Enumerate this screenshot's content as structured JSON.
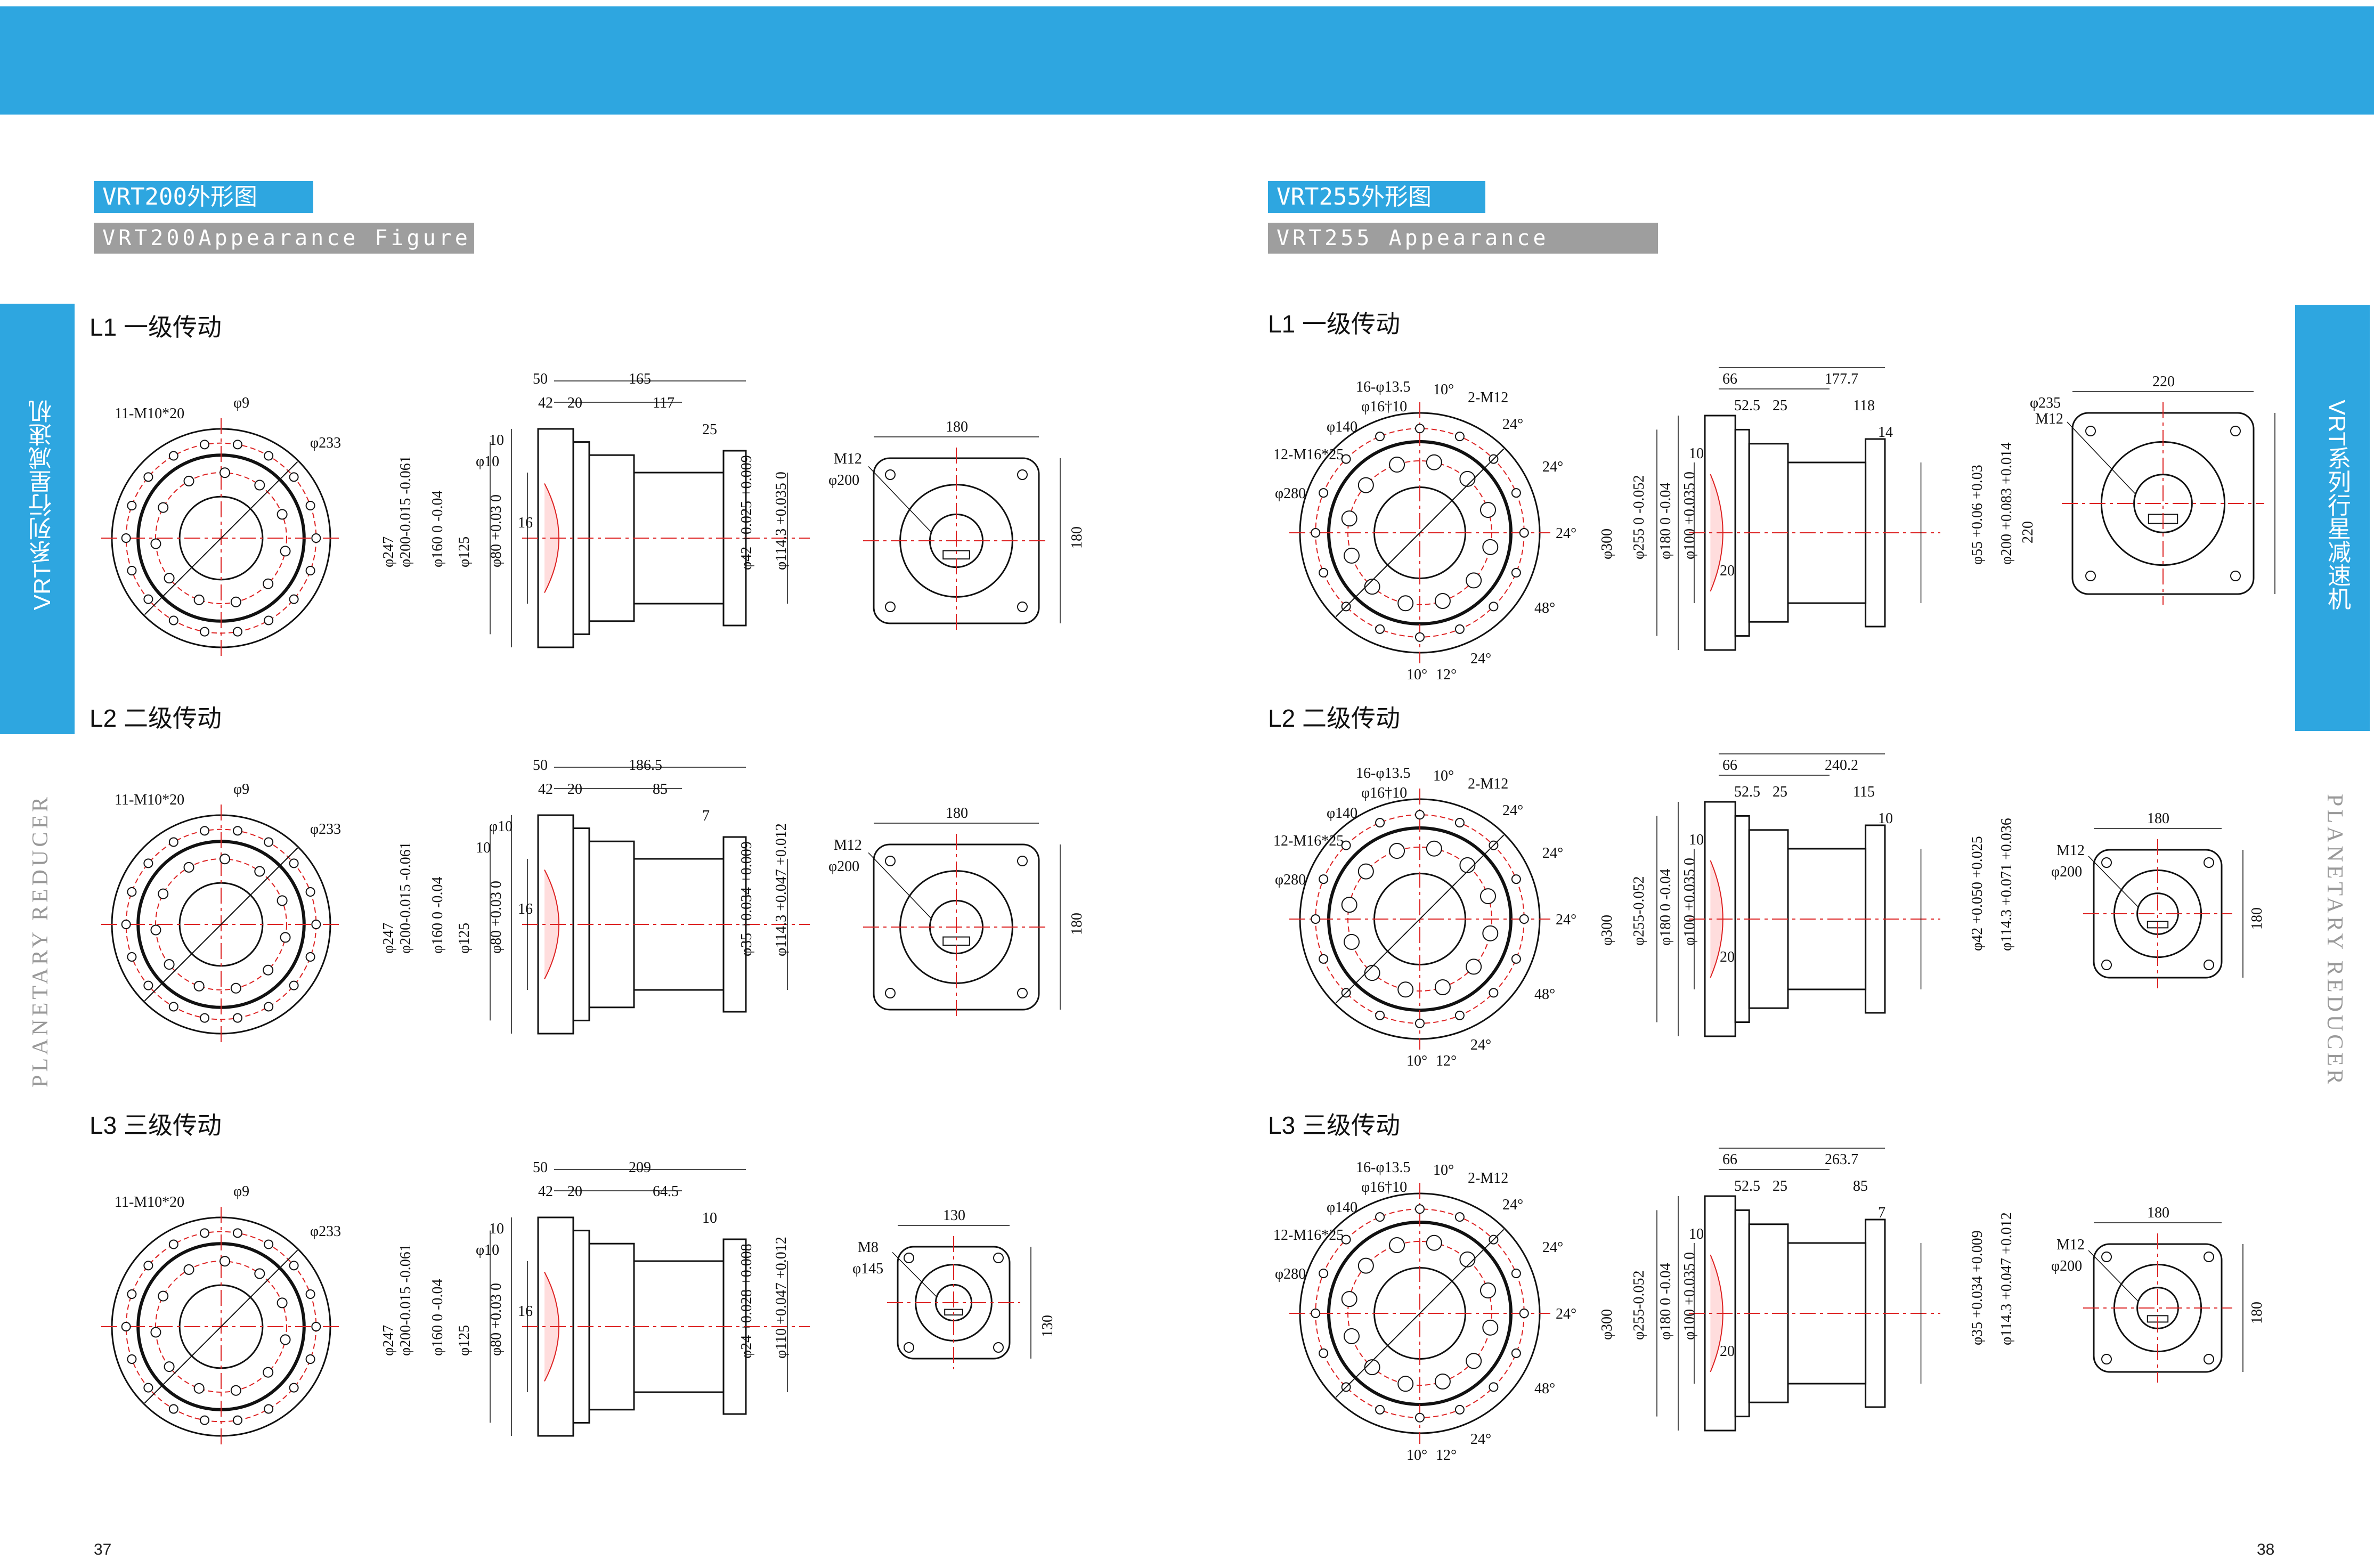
{
  "header_color": "#2ea6e0",
  "left_page": {
    "title": "VRT200外形图",
    "subtitle": "VRT200Appearance Figure",
    "page_number": "37",
    "side_tab_text": "VRT系列行星减速机",
    "side_vertical_text": "PLANETARY REDUCER",
    "stages": [
      {
        "label": "L1 一级传动",
        "front": {
          "hole_label": "11-M10*20",
          "pin": "φ9",
          "pcd": "φ233"
        },
        "side": {
          "top_dims": [
            "50",
            "165",
            "42",
            "20",
            "117",
            "25"
          ],
          "inner": [
            "10",
            "φ10",
            "16"
          ],
          "diameters": [
            "φ247",
            "φ200-0.015 -0.061",
            "φ160 0 -0.04",
            "φ125",
            "φ80 +0.03 0"
          ],
          "shaft": [
            "φ42 +0.025 +0.009",
            "φ114.3 +0.035 0"
          ]
        },
        "flange": {
          "width": "180",
          "height": "180",
          "thread": "M12",
          "pcd": "φ200"
        }
      },
      {
        "label": "L2 二级传动",
        "front": {
          "hole_label": "11-M10*20",
          "pin": "φ9",
          "pcd": "φ233"
        },
        "side": {
          "top_dims": [
            "50",
            "186.5",
            "42",
            "20",
            "85",
            "7"
          ],
          "inner": [
            "φ10",
            "10",
            "16"
          ],
          "diameters": [
            "φ247",
            "φ200-0.015 -0.061",
            "φ160 0 -0.04",
            "φ125",
            "φ80 +0.03 0"
          ],
          "shaft": [
            "φ35 +0.034 +0.009",
            "φ114.3 +0.047 +0.012"
          ]
        },
        "flange": {
          "width": "180",
          "height": "180",
          "thread": "M12",
          "pcd": "φ200"
        }
      },
      {
        "label": "L3 三级传动",
        "front": {
          "hole_label": "11-M10*20",
          "pin": "φ9",
          "pcd": "φ233"
        },
        "side": {
          "top_dims": [
            "50",
            "209",
            "42",
            "20",
            "64.5",
            "10"
          ],
          "inner": [
            "10",
            "φ10",
            "16"
          ],
          "diameters": [
            "φ247",
            "φ200-0.015 -0.061",
            "φ160 0 -0.04",
            "φ125",
            "φ80 +0.03 0"
          ],
          "shaft": [
            "φ24 +0.028 +0.008",
            "φ110 +0.047 +0.012"
          ]
        },
        "flange": {
          "width": "130",
          "height": "130",
          "thread": "M8",
          "pcd": "φ145"
        }
      }
    ]
  },
  "right_page": {
    "title": "VRT255外形图",
    "subtitle": "VRT255 Appearance Figure",
    "page_number": "38",
    "side_tab_text": "VRT系列行星减速机",
    "side_vertical_text": "PLANETARY REDUCER",
    "stages": [
      {
        "label": "L1 一级传动",
        "front": {
          "labels": [
            "16-φ13.5",
            "φ16†10",
            "10°",
            "2-M12",
            "φ140",
            "12-M16*25",
            "φ280",
            "24°",
            "24°",
            "24°",
            "48°",
            "10°",
            "12°",
            "24°"
          ]
        },
        "side": {
          "top_dims": [
            "66",
            "177.7",
            "52.5",
            "25",
            "118",
            "14"
          ],
          "inner": [
            "10",
            "20"
          ],
          "diameters": [
            "φ300",
            "φ255 0 -0.052",
            "φ180 0 -0.04",
            "φ100 +0.035 0"
          ],
          "shaft": [
            "φ55 +0.06 +0.03",
            "φ200 +0.083 +0.014"
          ]
        },
        "flange": {
          "width": "220",
          "height": "220",
          "thread": "M12",
          "pcd": "φ235"
        }
      },
      {
        "label": "L2 二级传动",
        "front": {
          "labels": [
            "16-φ13.5",
            "φ16†10",
            "10°",
            "2-M12",
            "φ140",
            "12-M16*25",
            "φ280",
            "24°",
            "24°",
            "24°",
            "48°",
            "10°",
            "12°",
            "24°"
          ]
        },
        "side": {
          "top_dims": [
            "66",
            "240.2",
            "52.5",
            "25",
            "115",
            "10"
          ],
          "inner": [
            "10",
            "20"
          ],
          "diameters": [
            "φ300",
            "φ255-0.052",
            "φ180 0 -0.04",
            "φ100 +0.035 0"
          ],
          "shaft": [
            "φ42 +0.050 +0.025",
            "φ114.3 +0.071 +0.036"
          ]
        },
        "flange": {
          "width": "180",
          "height": "180",
          "thread": "M12",
          "pcd": "φ200"
        }
      },
      {
        "label": "L3 三级传动",
        "front": {
          "labels": [
            "16-φ13.5",
            "φ16†10",
            "10°",
            "2-M12",
            "φ140",
            "12-M16*25",
            "φ280",
            "24°",
            "24°",
            "24°",
            "48°",
            "10°",
            "12°",
            "24°"
          ]
        },
        "side": {
          "top_dims": [
            "66",
            "263.7",
            "52.5",
            "25",
            "85",
            "7"
          ],
          "inner": [
            "10",
            "20"
          ],
          "diameters": [
            "φ300",
            "φ255-0.052",
            "φ180 0 -0.04",
            "φ100 +0.035 0"
          ],
          "shaft": [
            "φ35 +0.034 +0.009",
            "φ114.3 +0.047 +0.012"
          ]
        },
        "flange": {
          "width": "180",
          "height": "180",
          "thread": "M12",
          "pcd": "φ200"
        }
      }
    ]
  }
}
